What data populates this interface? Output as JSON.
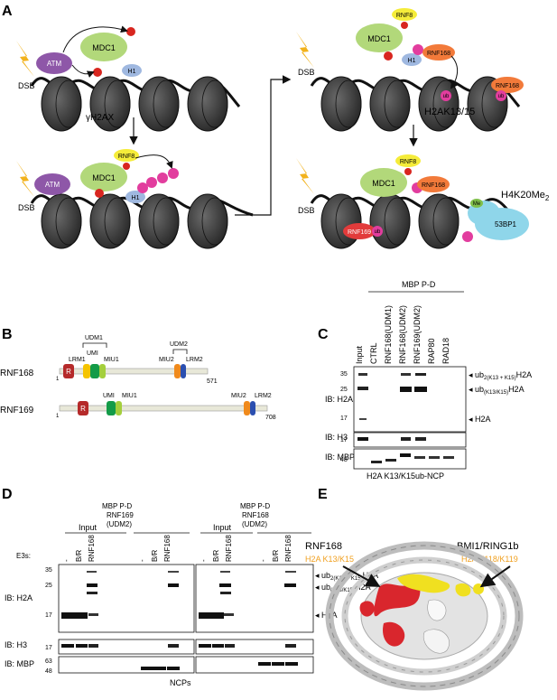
{
  "panels": {
    "a": "A",
    "b": "B",
    "c": "C",
    "d": "D",
    "e": "E"
  },
  "panel_a": {
    "dsb": "DSB",
    "atm": "ATM",
    "mdc1": "MDC1",
    "h1": "H1",
    "rnf8": "RNF8",
    "rnf168": "RNF168",
    "p": "P",
    "ub": "ub",
    "me": "Me",
    "bp53": "53BP1",
    "gamma_h2ax": "γH2AX",
    "h2ak13": "H2AK13/15",
    "h4k20_main": "H4K20Me",
    "h4k20_sub": "2"
  },
  "panel_b": {
    "rnf168": "RNF168",
    "rnf169": "RNF169",
    "r": "R",
    "udm1": "UDM1",
    "udm2": "UDM2",
    "lrm1": "LRM1",
    "lrm2": "LRM2",
    "umi": "UMI",
    "miu1": "MIU1",
    "miu2": "MIU2",
    "start": "1",
    "end168": "571",
    "end169": "708"
  },
  "panel_c": {
    "header": "MBP P-D",
    "lanes": [
      "Input",
      "CTRL",
      "RNF168(UDM1)",
      "RNF168(UDM2)",
      "RNF169(UDM2)",
      "RAP80",
      "RAD18"
    ],
    "ib_h2a": "IB: H2A",
    "ib_h3": "IB: H3",
    "ib_mbp": "IB: MBP",
    "mw": [
      "35",
      "25",
      "17",
      "17",
      "48"
    ],
    "band_ub2": "ub",
    "band_ub2_sub": "2(K13 + K15)",
    "band_ub2_tail": "H2A",
    "band_ub1": "ub",
    "band_ub1_sub": "(K13/K15)",
    "band_ub1_tail": "H2A",
    "band_h2a": "H2A",
    "footer": "H2A K13/K15ub-NCP"
  },
  "panel_d": {
    "input": "Input",
    "group2": [
      "MBP P-D",
      "RNF169",
      "(UDM2)"
    ],
    "group4": [
      "MBP P-D",
      "RNF168",
      "(UDM2)"
    ],
    "e3s": "E3s:",
    "lane_labels": [
      "-",
      "B/R",
      "RNF168"
    ],
    "ib_h2a": "IB: H2A",
    "ib_h3": "IB: H3",
    "ib_mbp": "IB: MBP",
    "mw_h2a": [
      "35",
      "25",
      "17"
    ],
    "mw_h3": "17",
    "mw_mbp": [
      "63",
      "48"
    ],
    "band_ub2": "ub",
    "band_ub2_sub": "2(K13 + K15)",
    "band_ub2_tail": "H2A",
    "band_ub1": "ub",
    "band_ub1_sub": "(K13/K15)",
    "band_ub1_tail": "H2A",
    "band_h2a": "H2A",
    "footer": "NCPs"
  },
  "panel_e": {
    "left_title": "RNF168",
    "left_sub": "H2A K13/K15",
    "right_title": "BMI1/RING1b",
    "right_sub": "H2A K118/K119",
    "accent": "#f0a020"
  },
  "colors": {
    "atm": "#8e57a8",
    "mdc1": "#b2d87a",
    "h1": "#9fb8e0",
    "rnf8": "#f5ec3a",
    "rnf168": "#f27a3a",
    "rnf169": "#e23b3b",
    "phospho": "#d8261f",
    "ub": "#e23d9e",
    "bp53": "#8fd6ea",
    "lightning": "#f2b21c",
    "domain_r": "#b52a2a",
    "domain_yellow": "#f5c400",
    "domain_green": "#139b48",
    "domain_lime": "#a4cf3c",
    "domain_orange": "#f08a1c",
    "domain_blue": "#2b4fb0"
  }
}
